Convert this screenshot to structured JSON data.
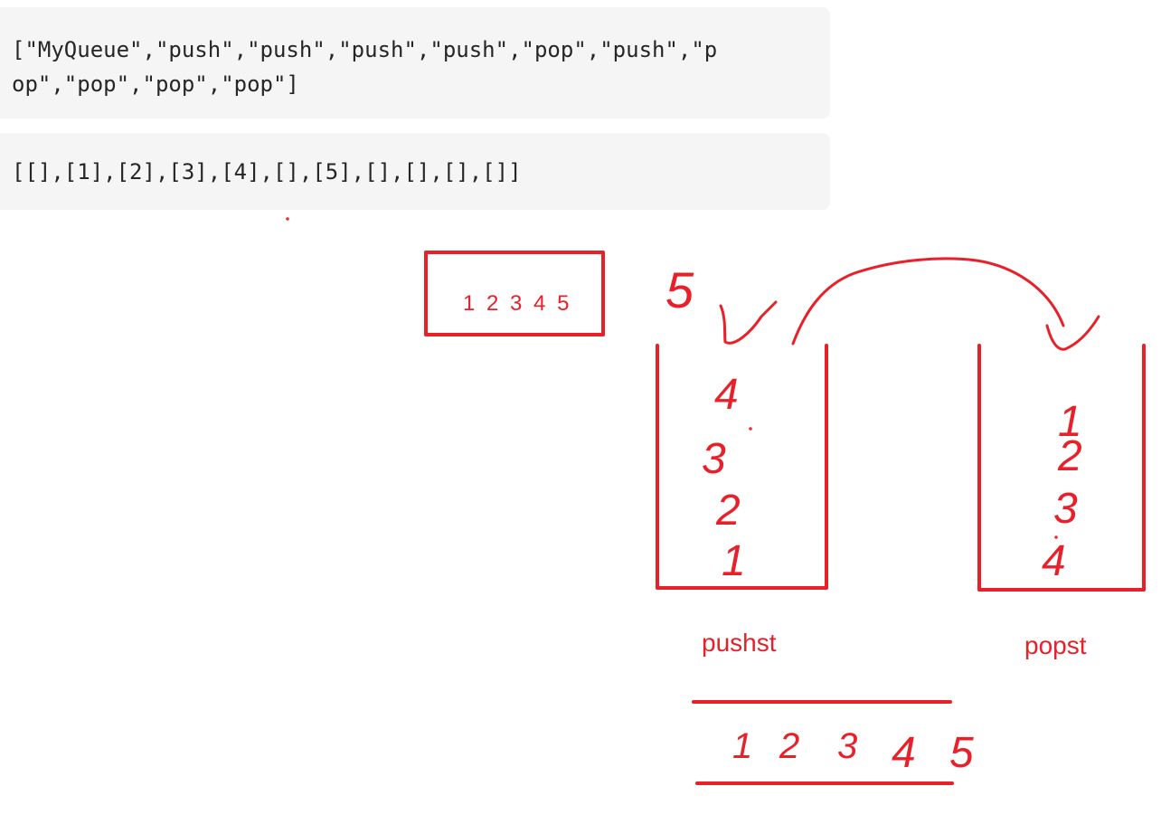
{
  "code_blocks": [
    {
      "lines": [
        "[\"MyQueue\",\"push\",\"push\",\"push\",\"push\",\"pop\",\"push\",\"p",
        "op\",\"pop\",\"pop\",\"pop\"]"
      ]
    },
    {
      "lines": [
        "[[],[1],[2],[3],[4],[],[5],[],[],[],[]]"
      ]
    }
  ],
  "diagram": {
    "color": "#e8202a",
    "input_box_text": "1 2 3 4 5",
    "incoming_value": "5",
    "pushst": {
      "label": "pushst",
      "contents": [
        "4",
        "3",
        "2",
        "1"
      ]
    },
    "popst": {
      "label": "popst",
      "contents": [
        "1",
        "2",
        "3",
        "4"
      ]
    },
    "output_queue": [
      "1",
      "2",
      "3",
      "4",
      "5"
    ]
  }
}
